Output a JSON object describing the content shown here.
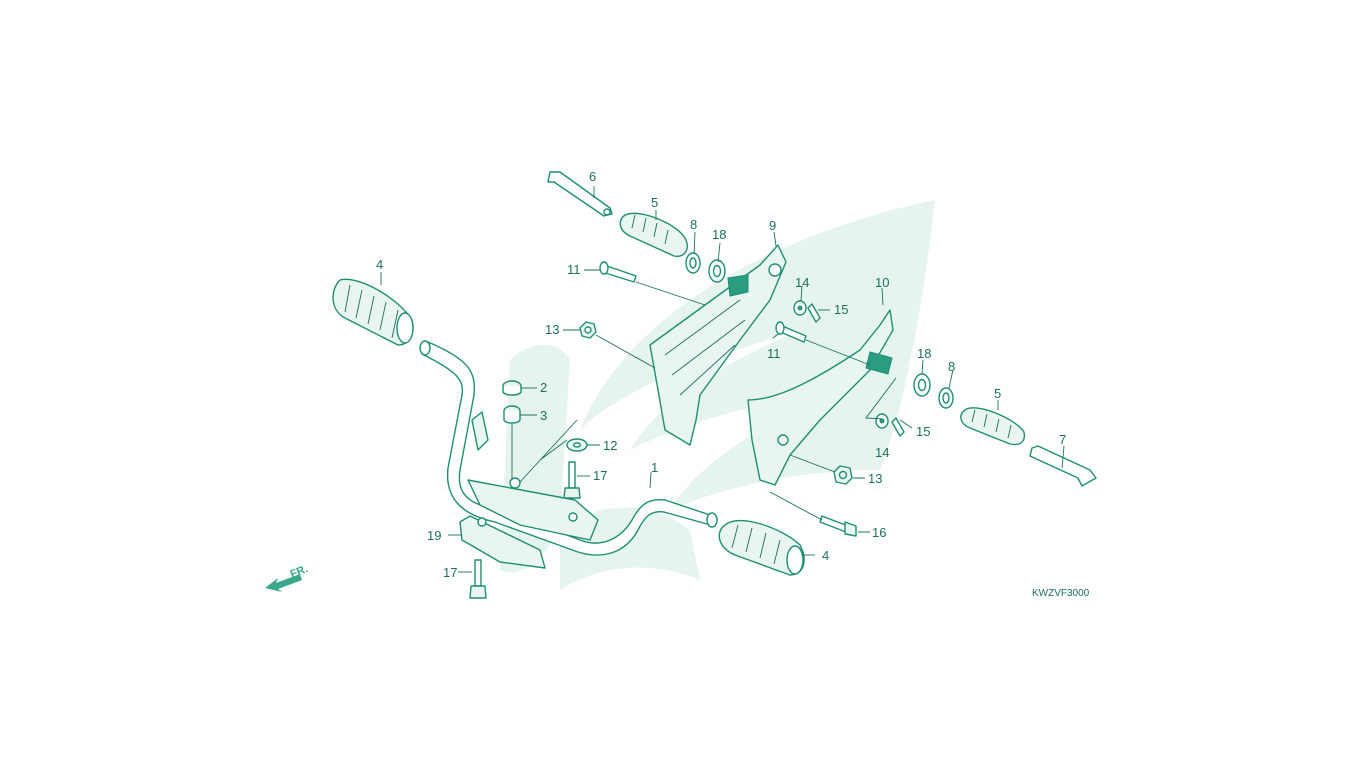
{
  "diagram": {
    "code": "KWZVF3000",
    "direction": "FR.",
    "callouts": [
      {
        "id": "c1",
        "text": "1"
      },
      {
        "id": "c2",
        "text": "2"
      },
      {
        "id": "c3",
        "text": "3"
      },
      {
        "id": "c4a",
        "text": "4"
      },
      {
        "id": "c4b",
        "text": "4"
      },
      {
        "id": "c5a",
        "text": "5"
      },
      {
        "id": "c5b",
        "text": "5"
      },
      {
        "id": "c6",
        "text": "6"
      },
      {
        "id": "c7",
        "text": "7"
      },
      {
        "id": "c8a",
        "text": "8"
      },
      {
        "id": "c8b",
        "text": "8"
      },
      {
        "id": "c9",
        "text": "9"
      },
      {
        "id": "c10",
        "text": "10"
      },
      {
        "id": "c11a",
        "text": "11"
      },
      {
        "id": "c11b",
        "text": "11"
      },
      {
        "id": "c12",
        "text": "12"
      },
      {
        "id": "c13a",
        "text": "13"
      },
      {
        "id": "c13b",
        "text": "13"
      },
      {
        "id": "c14a",
        "text": "14"
      },
      {
        "id": "c14b",
        "text": "14"
      },
      {
        "id": "c15a",
        "text": "15"
      },
      {
        "id": "c15b",
        "text": "15"
      },
      {
        "id": "c16",
        "text": "16"
      },
      {
        "id": "c17a",
        "text": "17"
      },
      {
        "id": "c17b",
        "text": "17"
      },
      {
        "id": "c18a",
        "text": "18"
      },
      {
        "id": "c18b",
        "text": "18"
      },
      {
        "id": "c19",
        "text": "19"
      }
    ],
    "colors": {
      "line": "#1d8f73",
      "label": "#1d6f5e",
      "watermark": "#e6f4ee"
    }
  }
}
